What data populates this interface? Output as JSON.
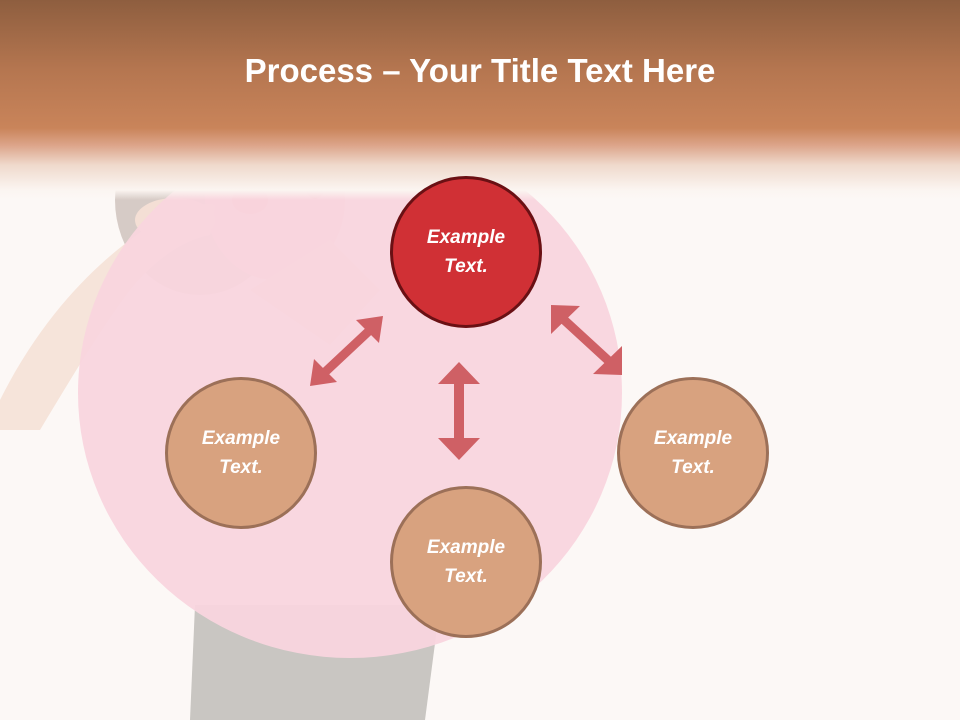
{
  "slide": {
    "title": {
      "bold": "Process",
      "rest": " – Your Title Text Here"
    },
    "nodes": [
      {
        "id": "top",
        "line1": "Example",
        "line2": "Text.",
        "style": "main"
      },
      {
        "id": "left",
        "line1": "Example",
        "line2": "Text.",
        "style": "sub"
      },
      {
        "id": "bottom",
        "line1": "Example",
        "line2": "Text.",
        "style": "sub"
      },
      {
        "id": "right",
        "line1": "Example",
        "line2": "Text.",
        "style": "sub"
      }
    ],
    "connectors": [
      {
        "from": "top",
        "to": "left",
        "type": "double-arrow"
      },
      {
        "from": "top",
        "to": "bottom",
        "type": "double-arrow"
      },
      {
        "from": "top",
        "to": "right",
        "type": "double-arrow"
      }
    ]
  },
  "colors": {
    "header_top": "#8e5e3f",
    "header_bottom": "#c9845a",
    "main_node": "#d03035",
    "main_node_border": "#6a1014",
    "sub_node": "#d8a27f",
    "sub_node_border": "#9c7058",
    "arrow": "#cf6065",
    "background_circle": "#f9d5de",
    "background": "#fcf8f6"
  }
}
